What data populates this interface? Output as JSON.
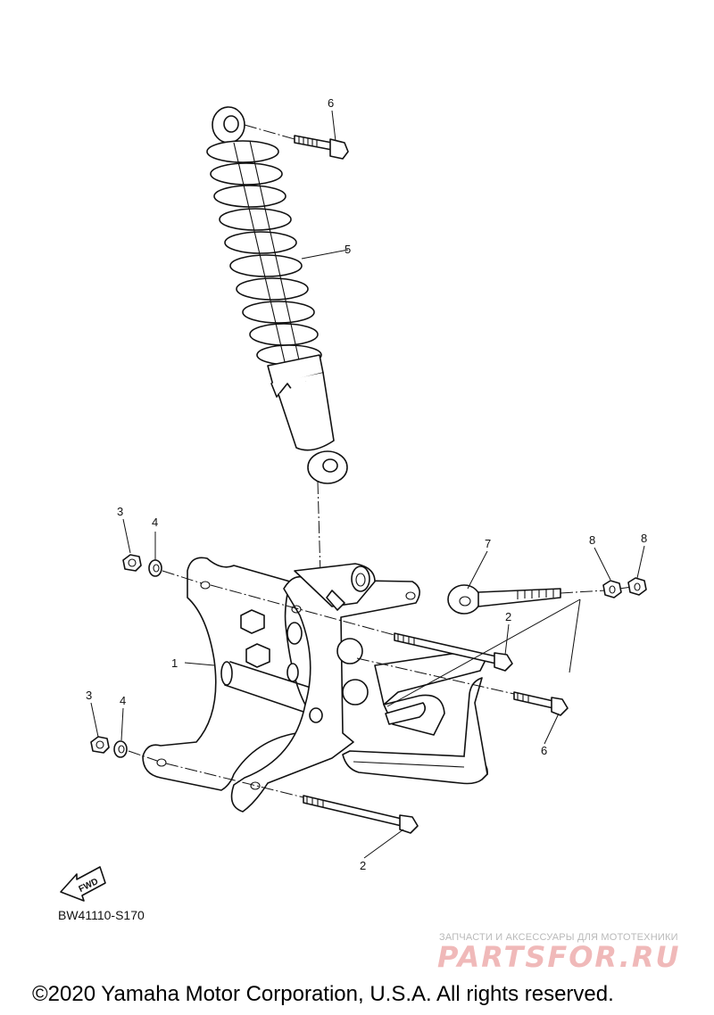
{
  "diagram": {
    "callouts": {
      "shock_bolt_top": "6",
      "rear_shock": "5",
      "nut_upper": "3",
      "washer_upper": "4",
      "nut_lower": "3",
      "washer_lower": "4",
      "bracket": "1",
      "eye_bolt": "7",
      "nut_right_a": "8",
      "nut_right_b": "8",
      "bolt_upper_long": "2",
      "bolt_lower_right": "6",
      "bolt_lower_long": "2"
    },
    "fwd_label": "FWD",
    "figure_code": "BW41110-S170"
  },
  "watermark": {
    "tagline": "ЗАПЧАСТИ И АКСЕССУАРЫ ДЛЯ МОТОТЕХНИКИ",
    "brand": "PARTSFOR.RU"
  },
  "copyright": "©2020 Yamaha Motor Corporation, U.S.A. All rights reserved."
}
